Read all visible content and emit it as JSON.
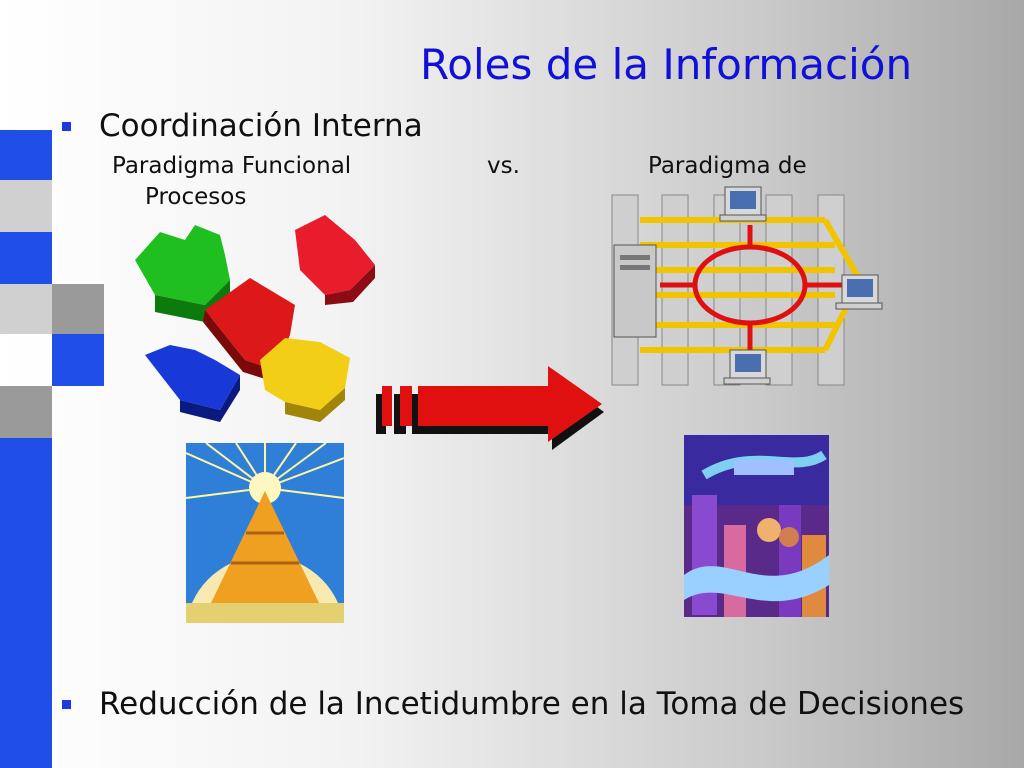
{
  "slide": {
    "title": "Roles de la Información",
    "bullets": [
      {
        "text": "Coordinación Interna"
      },
      {
        "text": "Reducción de la Incetidumbre en la Toma de Decisiones"
      }
    ],
    "paradigm_line": {
      "left": "Paradigma Funcional",
      "middle": "vs.",
      "right": "Paradigma de",
      "continuation": "Procesos"
    }
  },
  "colors": {
    "title": "#1010d8",
    "bullet": "#1a3be0",
    "sidebar_blue": "#1f4fe8",
    "sidebar_gray": "#9a9a9a",
    "arrow": "#e01010"
  },
  "icons": {
    "puzzle": "puzzle-pieces-icon",
    "arrow": "right-arrow-icon",
    "network": "computer-network-icon",
    "pyramid": "pyramid-clock-illustration",
    "city": "digital-city-illustration"
  }
}
